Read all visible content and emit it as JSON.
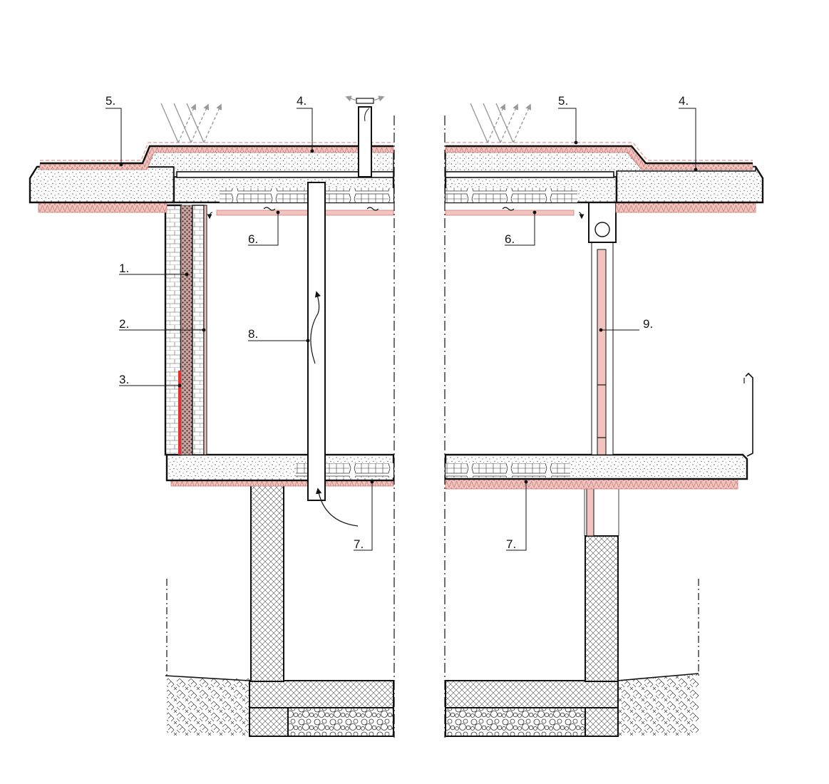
{
  "labels": {
    "l1": "1.",
    "l2": "2.",
    "l3": "3.",
    "l4_left": "4.",
    "l4_right": "4.",
    "l5_left": "5.",
    "l5_right": "5.",
    "l6_left": "6.",
    "l6_right": "6.",
    "l7_left": "7.",
    "l7_right": "7.",
    "l8": "8.",
    "l9": "9."
  },
  "colors": {
    "insulation_pink": "#f2c4c0",
    "insulation_stroke": "#d98a84",
    "heating_red": "#e03030",
    "wall_insulation_dark": "#c49a94",
    "line": "#111111",
    "arrow_grey": "#9a9a9a"
  }
}
